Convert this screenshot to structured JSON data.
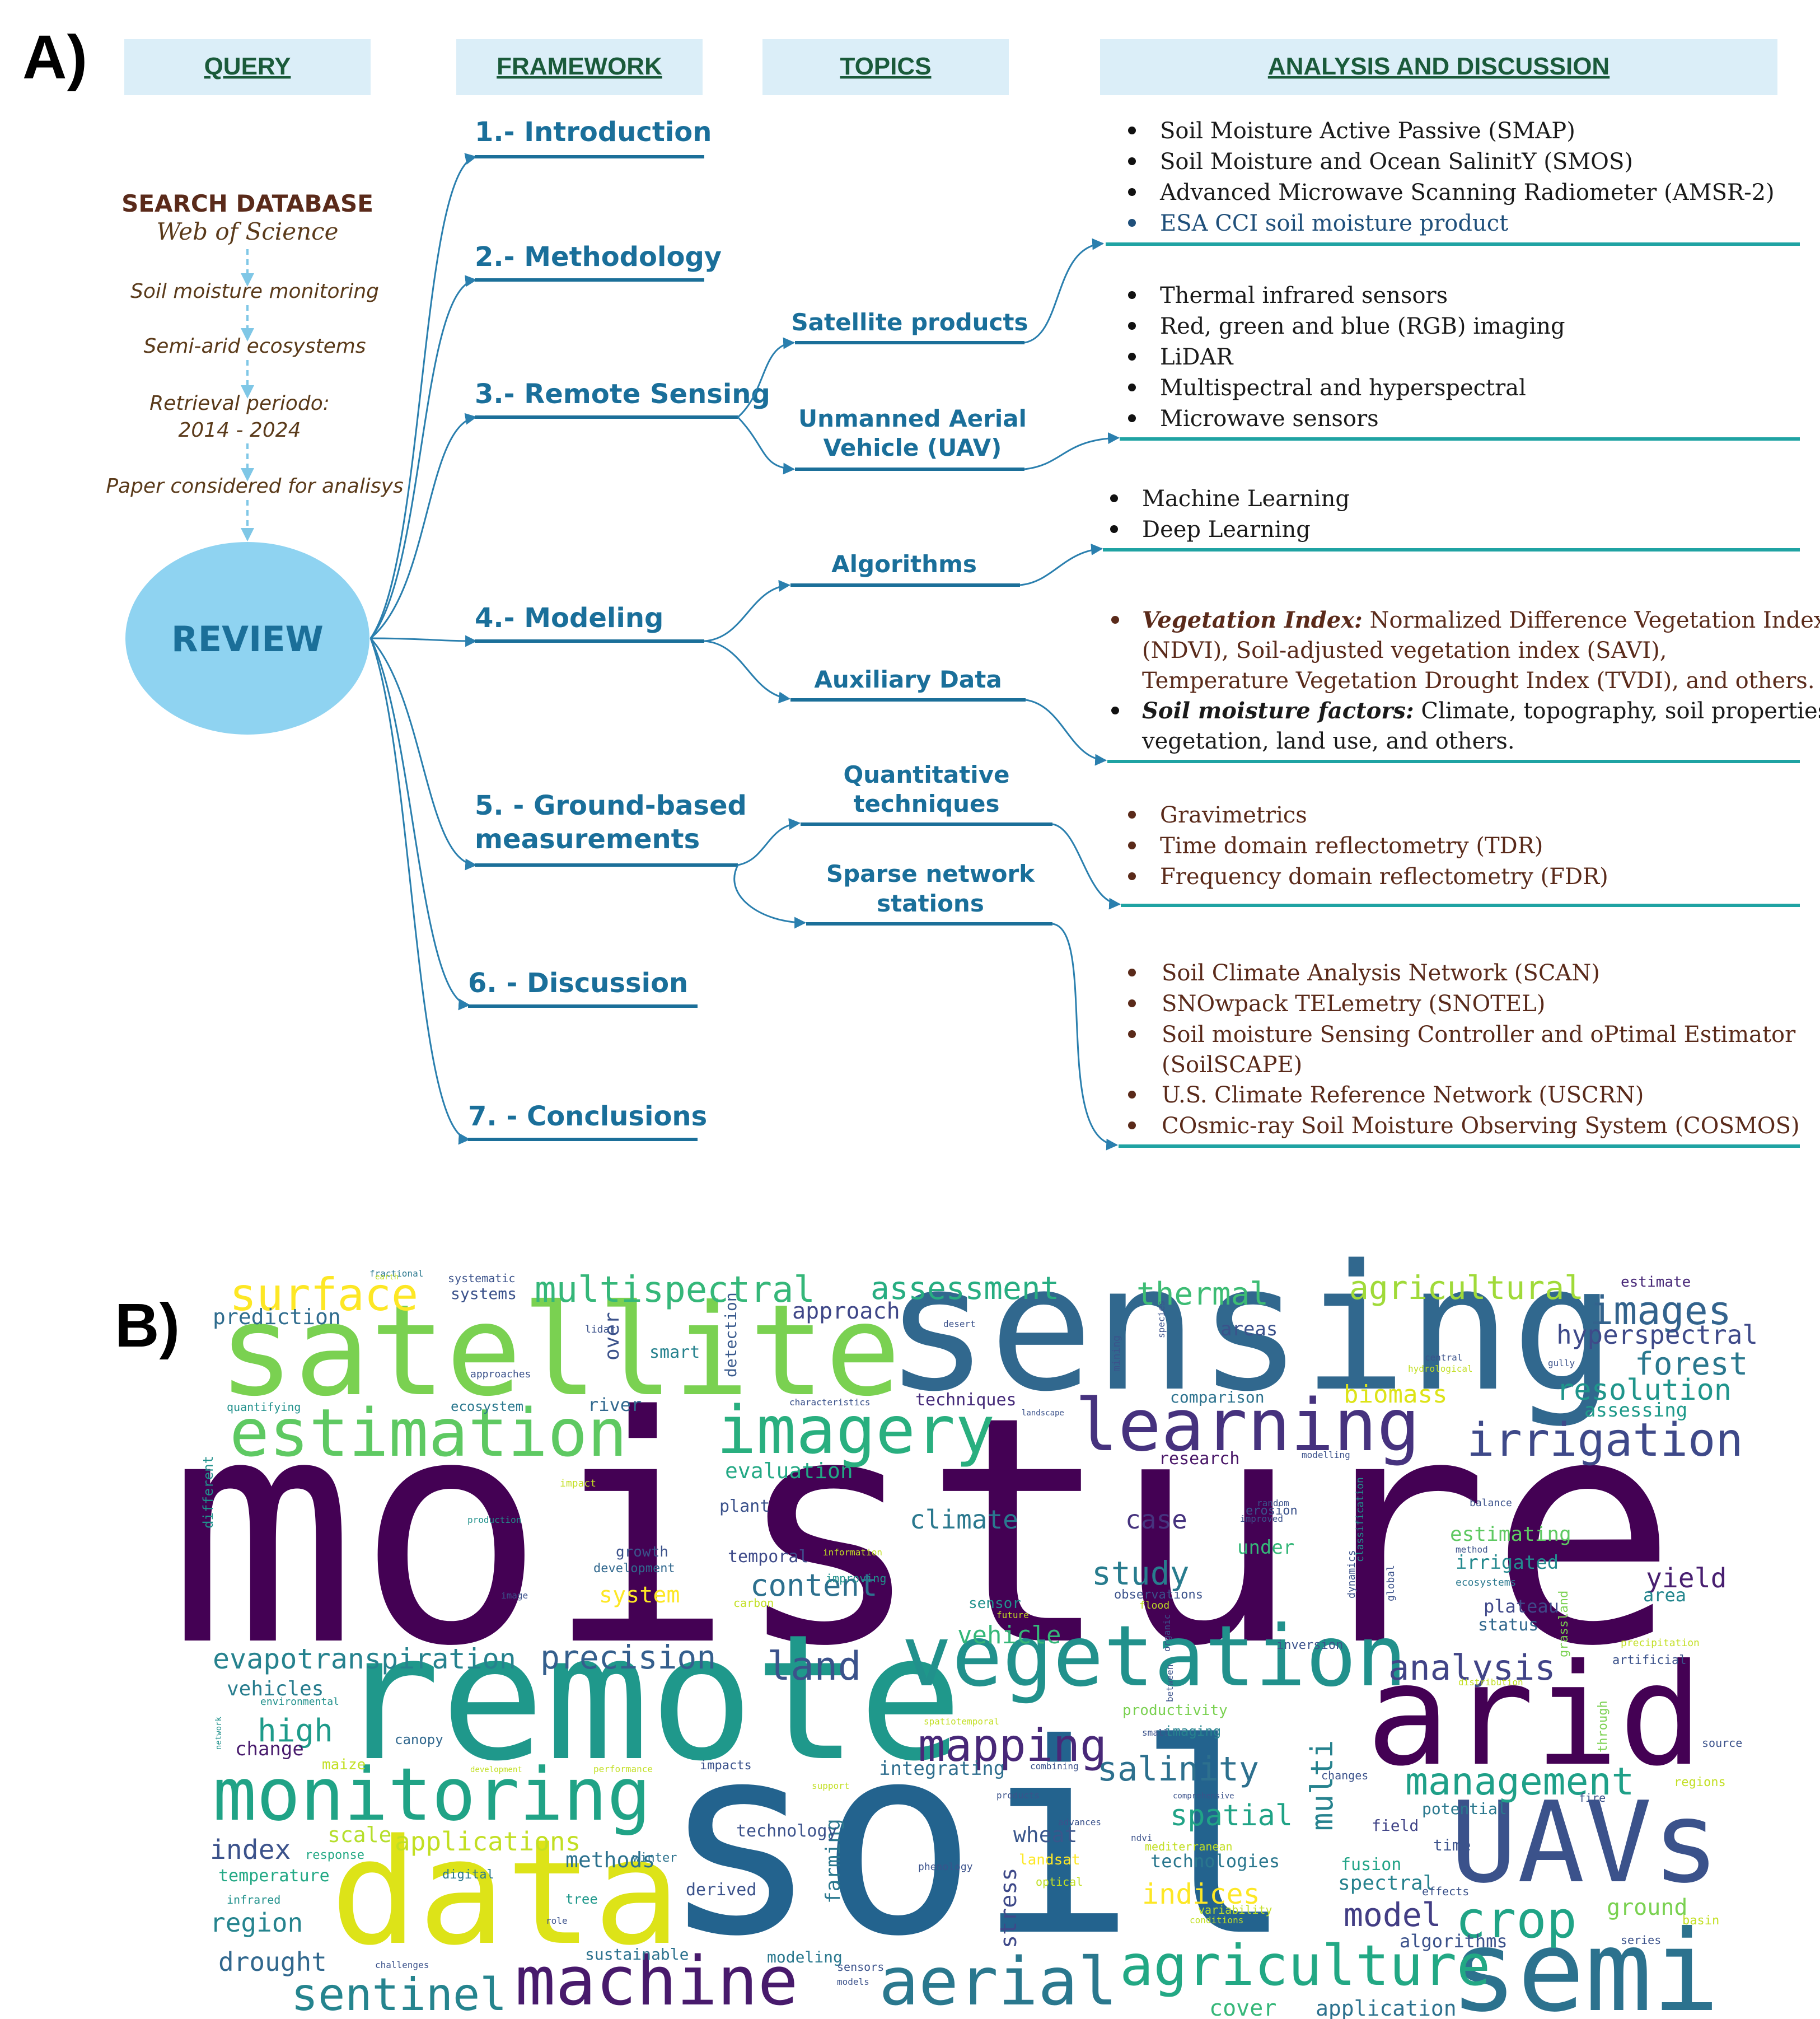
{
  "panel_a": {
    "label": "A)",
    "headers": {
      "query": "QUERY",
      "framework": "FRAMEWORK",
      "topics": "TOPICS",
      "analysis": "ANALYSIS AND DISCUSSION"
    },
    "search": {
      "title": "SEARCH DATABASE",
      "subtitle": "Web of Science",
      "steps": [
        "Soil moisture monitoring",
        "Semi-arid ecosystems",
        "Retrieval periodo:",
        "2014 - 2024",
        "Paper considered for analisys"
      ]
    },
    "review": "REVIEW",
    "framework": {
      "f1": "1.- Introduction",
      "f2": "2.- Methodology",
      "f3": "3.- Remote Sensing",
      "f4": "4.- Modeling",
      "f5a": "5. - Ground-based",
      "f5b": "measurements",
      "f6": "6. - Discussion",
      "f7": "7. - Conclusions"
    },
    "topics": {
      "satellite": "Satellite products",
      "uav_a": "Unmanned Aerial",
      "uav_b": "Vehicle (UAV)",
      "algorithms": "Algorithms",
      "auxiliary": "Auxiliary Data",
      "quant_a": "Quantitative",
      "quant_b": "techniques",
      "sparse_a": "Sparse network",
      "sparse_b": "stations"
    },
    "analysis": {
      "sat": [
        "Soil Moisture Active Passive (SMAP)",
        "Soil Moisture and Ocean SalinitY (SMOS)",
        "Advanced Microwave Scanning Radiometer (AMSR-2)",
        "ESA CCI soil moisture product"
      ],
      "uav": [
        "Thermal infrared sensors",
        "Red, green and blue (RGB) imaging",
        "LiDAR",
        "Multispectral and hyperspectral",
        "Microwave sensors"
      ],
      "alg": [
        "Machine Learning",
        "Deep Learning"
      ],
      "aux": {
        "vi_bold": "Vegetation Index:",
        "vi_l1": " Normalized Difference Vegetation Index",
        "vi_l2": "(NDVI), Soil-adjusted vegetation index (SAVI),",
        "vi_l3": "Temperature Vegetation Drought Index (TVDI), and others.",
        "sm_bold": "Soil moisture factors:",
        "sm_l1": " Climate, topography, soil properties,",
        "sm_l2": "vegetation, land use, and others."
      },
      "quant": [
        "Gravimetrics",
        "Time domain reflectometry (TDR)",
        "Frequency domain reflectometry (FDR)"
      ],
      "sparse": [
        "Soil Climate Analysis Network (SCAN)",
        "SNOwpack TELemetry (SNOTEL)",
        "Soil moisture Sensing Controller and oPtimal Estimator",
        "(SoilSCAPE)",
        "U.S. Climate Reference Network (USCRN)",
        "COsmic-ray Soil Moisture Observing System (COSMOS)"
      ]
    }
  },
  "panel_b": {
    "label": "B)",
    "words": [
      {
        "t": "moisture",
        "c": "#440154"
      },
      {
        "t": "soil",
        "c": "#23638e"
      },
      {
        "t": "remote",
        "c": "#1f988b"
      },
      {
        "t": "sensing",
        "c": "#31688e"
      },
      {
        "t": "satellite",
        "c": "#7ad151"
      },
      {
        "t": "data",
        "c": "#dde318"
      },
      {
        "t": "arid",
        "c": "#440154"
      },
      {
        "t": "UAVs",
        "c": "#3b528b"
      },
      {
        "t": "semi",
        "c": "#2c728e"
      },
      {
        "t": "vegetation",
        "c": "#21918c"
      },
      {
        "t": "monitoring",
        "c": "#20a386"
      },
      {
        "t": "estimation",
        "c": "#5ec962"
      },
      {
        "t": "imagery",
        "c": "#29af7f"
      },
      {
        "t": "learning",
        "c": "#46327e"
      },
      {
        "t": "machine",
        "c": "#481a6c"
      },
      {
        "t": "aerial",
        "c": "#2a788e"
      },
      {
        "t": "agriculture",
        "c": "#22a884"
      },
      {
        "t": "sentinel",
        "c": "#25848e"
      },
      {
        "t": "irrigation",
        "c": "#3e4989"
      },
      {
        "t": "crop",
        "c": "#20a486"
      },
      {
        "t": "mapping",
        "c": "#482878"
      },
      {
        "t": "multispectral",
        "c": "#35b779"
      },
      {
        "t": "surface",
        "c": "#fde725"
      },
      {
        "t": "assessment",
        "c": "#27ad81"
      },
      {
        "t": "agricultural",
        "c": "#a0da39"
      },
      {
        "t": "images",
        "c": "#33638d"
      },
      {
        "t": "thermal",
        "c": "#3dbc74"
      },
      {
        "t": "management",
        "c": "#1fa088"
      },
      {
        "t": "analysis",
        "c": "#414487"
      },
      {
        "t": "evapotranspiration",
        "c": "#26828e"
      },
      {
        "t": "precision",
        "c": "#355f8d"
      },
      {
        "t": "land",
        "c": "#3b528b"
      },
      {
        "t": "salinity",
        "c": "#2d708e"
      },
      {
        "t": "study",
        "c": "#287c8e"
      },
      {
        "t": "model",
        "c": "#433e85"
      },
      {
        "t": "high",
        "c": "#1e9b8a"
      },
      {
        "t": "forest",
        "c": "#2a788e"
      },
      {
        "t": "resolution",
        "c": "#1f958b"
      },
      {
        "t": "hyperspectral",
        "c": "#3e4a89"
      },
      {
        "t": "indices",
        "c": "#fde725"
      },
      {
        "t": "spatial",
        "c": "#20a386"
      },
      {
        "t": "content",
        "c": "#2d708e"
      },
      {
        "t": "index",
        "c": "#3b528b"
      },
      {
        "t": "applications",
        "c": "#c2df23"
      },
      {
        "t": "region",
        "c": "#25848e"
      },
      {
        "t": "drought",
        "c": "#31688e"
      },
      {
        "t": "multi",
        "c": "#26828e"
      },
      {
        "t": "yield",
        "c": "#481f70"
      },
      {
        "t": "vehicle",
        "c": "#35b779"
      },
      {
        "t": "biomass",
        "c": "#dde318"
      },
      {
        "t": "climate",
        "c": "#2a788e"
      },
      {
        "t": "case",
        "c": "#46337e"
      },
      {
        "t": "evaluation",
        "c": "#22a884"
      },
      {
        "t": "prediction",
        "c": "#2f6c8e"
      },
      {
        "t": "approach",
        "c": "#3f4788"
      },
      {
        "t": "techniques",
        "c": "#472c7a"
      },
      {
        "t": "ground",
        "c": "#7ad151"
      },
      {
        "t": "system",
        "c": "#fde725"
      },
      {
        "t": "methods",
        "c": "#2c718e"
      },
      {
        "t": "wheat",
        "c": "#39568c"
      },
      {
        "t": "spectral",
        "c": "#26828e"
      },
      {
        "t": "vehicles",
        "c": "#287d8e"
      },
      {
        "t": "scale",
        "c": "#b5de2b"
      },
      {
        "t": "algorithms",
        "c": "#3b528b"
      },
      {
        "t": "cover",
        "c": "#35b779"
      },
      {
        "t": "application",
        "c": "#2c718e"
      },
      {
        "t": "assessing",
        "c": "#1f9a8a"
      },
      {
        "t": "estimating",
        "c": "#5ec962"
      },
      {
        "t": "irrigated",
        "c": "#23898e"
      },
      {
        "t": "area",
        "c": "#24868e"
      },
      {
        "t": "plateau",
        "c": "#3f4889"
      },
      {
        "t": "status",
        "c": "#31688e"
      },
      {
        "t": "temperature",
        "c": "#22a884"
      },
      {
        "t": "change",
        "c": "#481b6d"
      },
      {
        "t": "technologies",
        "c": "#2a778e"
      },
      {
        "t": "integrating",
        "c": "#2e6e8e"
      },
      {
        "t": "under",
        "c": "#35b779"
      },
      {
        "t": "over",
        "c": "#3b528b"
      },
      {
        "t": "smart",
        "c": "#26828e"
      },
      {
        "t": "river",
        "c": "#31688e"
      },
      {
        "t": "areas",
        "c": "#3b528b"
      },
      {
        "t": "comparison",
        "c": "#2c728e"
      },
      {
        "t": "research",
        "c": "#481567"
      },
      {
        "t": "plant",
        "c": "#3b528b"
      },
      {
        "t": "temporal",
        "c": "#3e4a89"
      },
      {
        "t": "derived",
        "c": "#3b528b"
      },
      {
        "t": "farming",
        "c": "#2a788e"
      },
      {
        "t": "stress",
        "c": "#3e4989"
      },
      {
        "t": "fusion",
        "c": "#20a386"
      },
      {
        "t": "field",
        "c": "#414487"
      },
      {
        "t": "time",
        "c": "#3b528b"
      },
      {
        "t": "potential",
        "c": "#2a788e"
      },
      {
        "t": "detection",
        "c": "#38598c"
      },
      {
        "t": "growth",
        "c": "#3b528b"
      },
      {
        "t": "development",
        "c": "#31688e"
      },
      {
        "t": "sensor",
        "c": "#21918c"
      },
      {
        "t": "tree",
        "c": "#1f988b"
      },
      {
        "t": "canopy",
        "c": "#31688e"
      },
      {
        "t": "maize",
        "c": "#c2df23"
      },
      {
        "t": "sustainable",
        "c": "#2c728e"
      },
      {
        "t": "modeling",
        "c": "#2a788e"
      },
      {
        "t": "infrared",
        "c": "#21918c"
      },
      {
        "t": "systems",
        "c": "#3b528b"
      },
      {
        "t": "ecosystem",
        "c": "#2a788e"
      },
      {
        "t": "imaging",
        "c": "#26828e"
      },
      {
        "t": "productivity",
        "c": "#7ad151"
      },
      {
        "t": "carbon",
        "c": "#c2df23"
      },
      {
        "t": "landsat",
        "c": "#fde725"
      },
      {
        "t": "winter",
        "c": "#2c728e"
      },
      {
        "t": "digital",
        "c": "#2a788e"
      },
      {
        "t": "response",
        "c": "#22a884"
      },
      {
        "t": "different",
        "c": "#21918c"
      },
      {
        "t": "quantifying",
        "c": "#21918c"
      },
      {
        "t": "fractional",
        "c": "#2a788e"
      },
      {
        "t": "systematic",
        "c": "#3b528b"
      },
      {
        "t": "lidar",
        "c": "#3b528b"
      },
      {
        "t": "approaches",
        "c": "#3b528b"
      },
      {
        "t": "estimate",
        "c": "#482878"
      },
      {
        "t": "desert",
        "c": "#3b528b"
      },
      {
        "t": "species",
        "c": "#3b528b"
      },
      {
        "t": "mining",
        "c": "#3b528b"
      },
      {
        "t": "central",
        "c": "#3b528b"
      },
      {
        "t": "hydrological",
        "c": "#c2df23"
      },
      {
        "t": "gully",
        "c": "#3b528b"
      },
      {
        "t": "characteristics",
        "c": "#3b528b"
      },
      {
        "t": "landscape",
        "c": "#3b528b"
      },
      {
        "t": "improved",
        "c": "#3b528b"
      },
      {
        "t": "modelling",
        "c": "#3b528b"
      },
      {
        "t": "random",
        "c": "#3b528b"
      },
      {
        "t": "erosion",
        "c": "#3b528b"
      },
      {
        "t": "classification",
        "c": "#21918c"
      },
      {
        "t": "balance",
        "c": "#3b528b"
      },
      {
        "t": "method",
        "c": "#3b528b"
      },
      {
        "t": "ecosystems",
        "c": "#2a788e"
      },
      {
        "t": "dynamics",
        "c": "#3b528b"
      },
      {
        "t": "global",
        "c": "#3b528b"
      },
      {
        "t": "observations",
        "c": "#3b528b"
      },
      {
        "t": "flood",
        "c": "#c2df23"
      },
      {
        "t": "organic",
        "c": "#3b528b"
      },
      {
        "t": "between",
        "c": "#3b528b"
      },
      {
        "t": "grassland",
        "c": "#7ad151"
      },
      {
        "t": "inversion",
        "c": "#3b528b"
      },
      {
        "t": "precipitation",
        "c": "#c2df23"
      },
      {
        "t": "artificial",
        "c": "#3b528b"
      },
      {
        "t": "distribution",
        "c": "#c2df23"
      },
      {
        "t": "through",
        "c": "#7ad151"
      },
      {
        "t": "source",
        "c": "#3b528b"
      },
      {
        "t": "regions",
        "c": "#c2df23"
      },
      {
        "t": "changes",
        "c": "#3b528b"
      },
      {
        "t": "fire",
        "c": "#3b528b"
      },
      {
        "t": "impact",
        "c": "#c2df23"
      },
      {
        "t": "production",
        "c": "#21918c"
      },
      {
        "t": "information",
        "c": "#c2df23"
      },
      {
        "t": "improving",
        "c": "#21918c"
      },
      {
        "t": "future",
        "c": "#c2df23"
      },
      {
        "t": "image",
        "c": "#3b528b"
      },
      {
        "t": "spatiotemporal",
        "c": "#c2df23"
      },
      {
        "t": "small",
        "c": "#3b528b"
      },
      {
        "t": "combining",
        "c": "#3b528b"
      },
      {
        "t": "impacts",
        "c": "#3b528b"
      },
      {
        "t": "support",
        "c": "#c2df23"
      },
      {
        "t": "products",
        "c": "#3b528b"
      },
      {
        "t": "comprehensive",
        "c": "#3b528b"
      },
      {
        "t": "advances",
        "c": "#3b528b"
      },
      {
        "t": "ndvi",
        "c": "#3b528b"
      },
      {
        "t": "mediterranean",
        "c": "#c2df23"
      },
      {
        "t": "phenology",
        "c": "#3b528b"
      },
      {
        "t": "optical",
        "c": "#c2df23"
      },
      {
        "t": "effects",
        "c": "#3b528b"
      },
      {
        "t": "variability",
        "c": "#c2df23"
      },
      {
        "t": "conditions",
        "c": "#c2df23"
      },
      {
        "t": "basin",
        "c": "#c2df23"
      },
      {
        "t": "series",
        "c": "#3b528b"
      },
      {
        "t": "role",
        "c": "#3b528b"
      },
      {
        "t": "challenges",
        "c": "#3b528b"
      },
      {
        "t": "sensors",
        "c": "#3b528b"
      },
      {
        "t": "models",
        "c": "#3b528b"
      },
      {
        "t": "performance",
        "c": "#c2df23"
      },
      {
        "t": "environmental",
        "c": "#21918c"
      },
      {
        "t": "network",
        "c": "#21918c"
      },
      {
        "t": "earth",
        "c": "#c2df23"
      },
      {
        "t": "development2",
        "c": "#c2df23"
      },
      {
        "t": "technology",
        "c": "#3b528b"
      }
    ]
  }
}
